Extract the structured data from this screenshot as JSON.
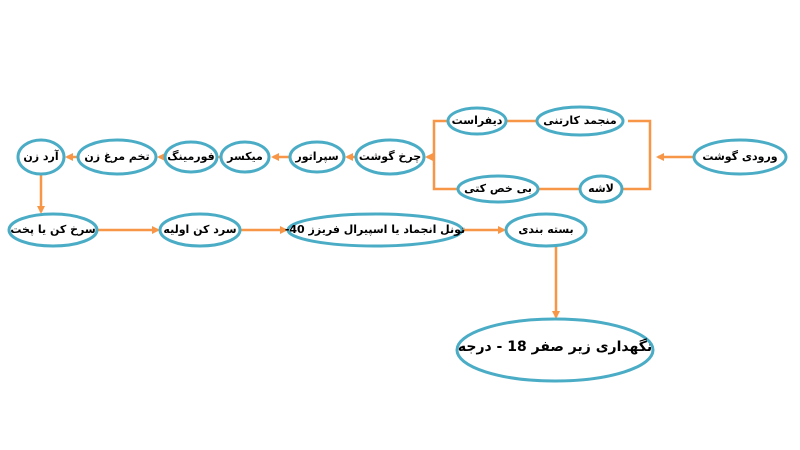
{
  "colors": {
    "node_border": "#4BACC6",
    "connector": "#F79646"
  },
  "nodes": {
    "meat_input": "ورودی گوشت",
    "frozen_carton": "منجمد کارتنی",
    "defrost": "دیفراست",
    "carcass": "لاشه",
    "deboning": "بی خص کتی",
    "meat_grinder": "چرخ گوشت",
    "separator": "سپراتور",
    "mixer": "میکسر",
    "forming": "فورمینگ",
    "egg_coating": "تخم مرغ زن",
    "flour_coating": "آرد زن",
    "fry_or_cook": "سرخ کن یا پخت",
    "pre_cooling": "سرد کن اولیه",
    "freezing_tunnel": "تونل انجماد یا اسپیرال فریزز 40-",
    "packaging": "بسته بندی",
    "storage": "نگهداری زیر صفر 18 - درجه"
  }
}
